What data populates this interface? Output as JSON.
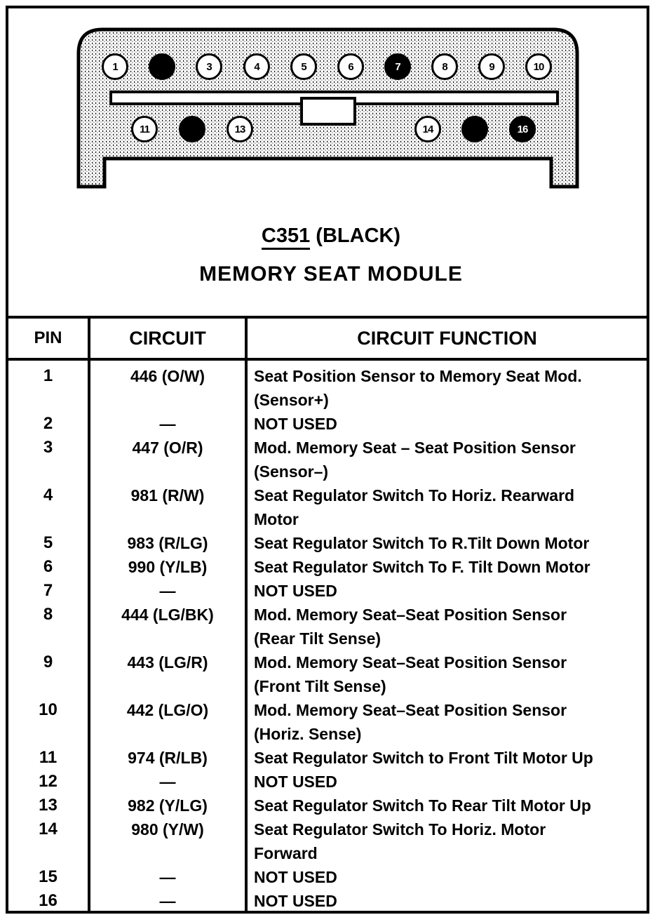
{
  "colors": {
    "ink": "#000000",
    "paper": "#ffffff",
    "connector_shade": "stippled-gray"
  },
  "connector": {
    "code": "C351",
    "color_label": "(BLACK)",
    "module_name": "MEMORY SEAT MODULE",
    "top_pins": [
      {
        "n": "1",
        "filled": false,
        "label_visible": true
      },
      {
        "n": "2",
        "filled": true,
        "label_visible": false
      },
      {
        "n": "3",
        "filled": false,
        "label_visible": true
      },
      {
        "n": "4",
        "filled": false,
        "label_visible": true
      },
      {
        "n": "5",
        "filled": false,
        "label_visible": true
      },
      {
        "n": "6",
        "filled": false,
        "label_visible": true
      },
      {
        "n": "7",
        "filled": true,
        "label_visible": true
      },
      {
        "n": "8",
        "filled": false,
        "label_visible": true
      },
      {
        "n": "9",
        "filled": false,
        "label_visible": true
      },
      {
        "n": "10",
        "filled": false,
        "label_visible": true
      }
    ],
    "bottom_pins": [
      {
        "n": "11",
        "filled": false,
        "label_visible": true
      },
      {
        "n": "12",
        "filled": true,
        "label_visible": false
      },
      {
        "n": "13",
        "filled": false,
        "label_visible": true
      },
      {
        "n": "14",
        "filled": false,
        "label_visible": true
      },
      {
        "n": "15",
        "filled": true,
        "label_visible": false
      },
      {
        "n": "16",
        "filled": true,
        "label_visible": true
      }
    ]
  },
  "table": {
    "header": {
      "pin": "PIN",
      "circuit": "CIRCUIT",
      "function": "CIRCUIT FUNCTION"
    },
    "rows": [
      {
        "pin": "1",
        "circuit": "446 (O/W)",
        "function": [
          "Seat Position Sensor to Memory Seat Mod.",
          "(Sensor+)"
        ]
      },
      {
        "pin": "2",
        "circuit": "—",
        "function": [
          "NOT USED"
        ]
      },
      {
        "pin": "3",
        "circuit": "447 (O/R)",
        "function": [
          "Mod. Memory Seat – Seat Position Sensor",
          "(Sensor–)"
        ]
      },
      {
        "pin": "4",
        "circuit": "981 (R/W)",
        "function": [
          "Seat Regulator Switch To Horiz. Rearward",
          "Motor"
        ]
      },
      {
        "pin": "5",
        "circuit": "983 (R/LG)",
        "function": [
          "Seat Regulator Switch To R.Tilt Down Motor"
        ]
      },
      {
        "pin": "6",
        "circuit": "990 (Y/LB)",
        "function": [
          "Seat Regulator Switch To F. Tilt Down Motor"
        ]
      },
      {
        "pin": "7",
        "circuit": "—",
        "function": [
          "NOT USED"
        ]
      },
      {
        "pin": "8",
        "circuit": "444 (LG/BK)",
        "function": [
          "Mod. Memory Seat–Seat Position Sensor",
          "(Rear Tilt Sense)"
        ]
      },
      {
        "pin": "9",
        "circuit": "443 (LG/R)",
        "function": [
          "Mod. Memory Seat–Seat Position Sensor",
          "(Front Tilt Sense)"
        ]
      },
      {
        "pin": "10",
        "circuit": "442 (LG/O)",
        "function": [
          "Mod. Memory Seat–Seat Position Sensor",
          "(Horiz. Sense)"
        ]
      },
      {
        "pin": "11",
        "circuit": "974 (R/LB)",
        "function": [
          "Seat Regulator Switch to Front Tilt Motor Up"
        ]
      },
      {
        "pin": "12",
        "circuit": "—",
        "function": [
          "NOT USED"
        ]
      },
      {
        "pin": "13",
        "circuit": "982 (Y/LG)",
        "function": [
          "Seat Regulator Switch To Rear Tilt Motor Up"
        ]
      },
      {
        "pin": "14",
        "circuit": "980 (Y/W)",
        "function": [
          "Seat Regulator Switch To Horiz. Motor",
          "Forward"
        ]
      },
      {
        "pin": "15",
        "circuit": "—",
        "function": [
          "NOT USED"
        ]
      },
      {
        "pin": "16",
        "circuit": "—",
        "function": [
          "NOT USED"
        ]
      }
    ]
  }
}
